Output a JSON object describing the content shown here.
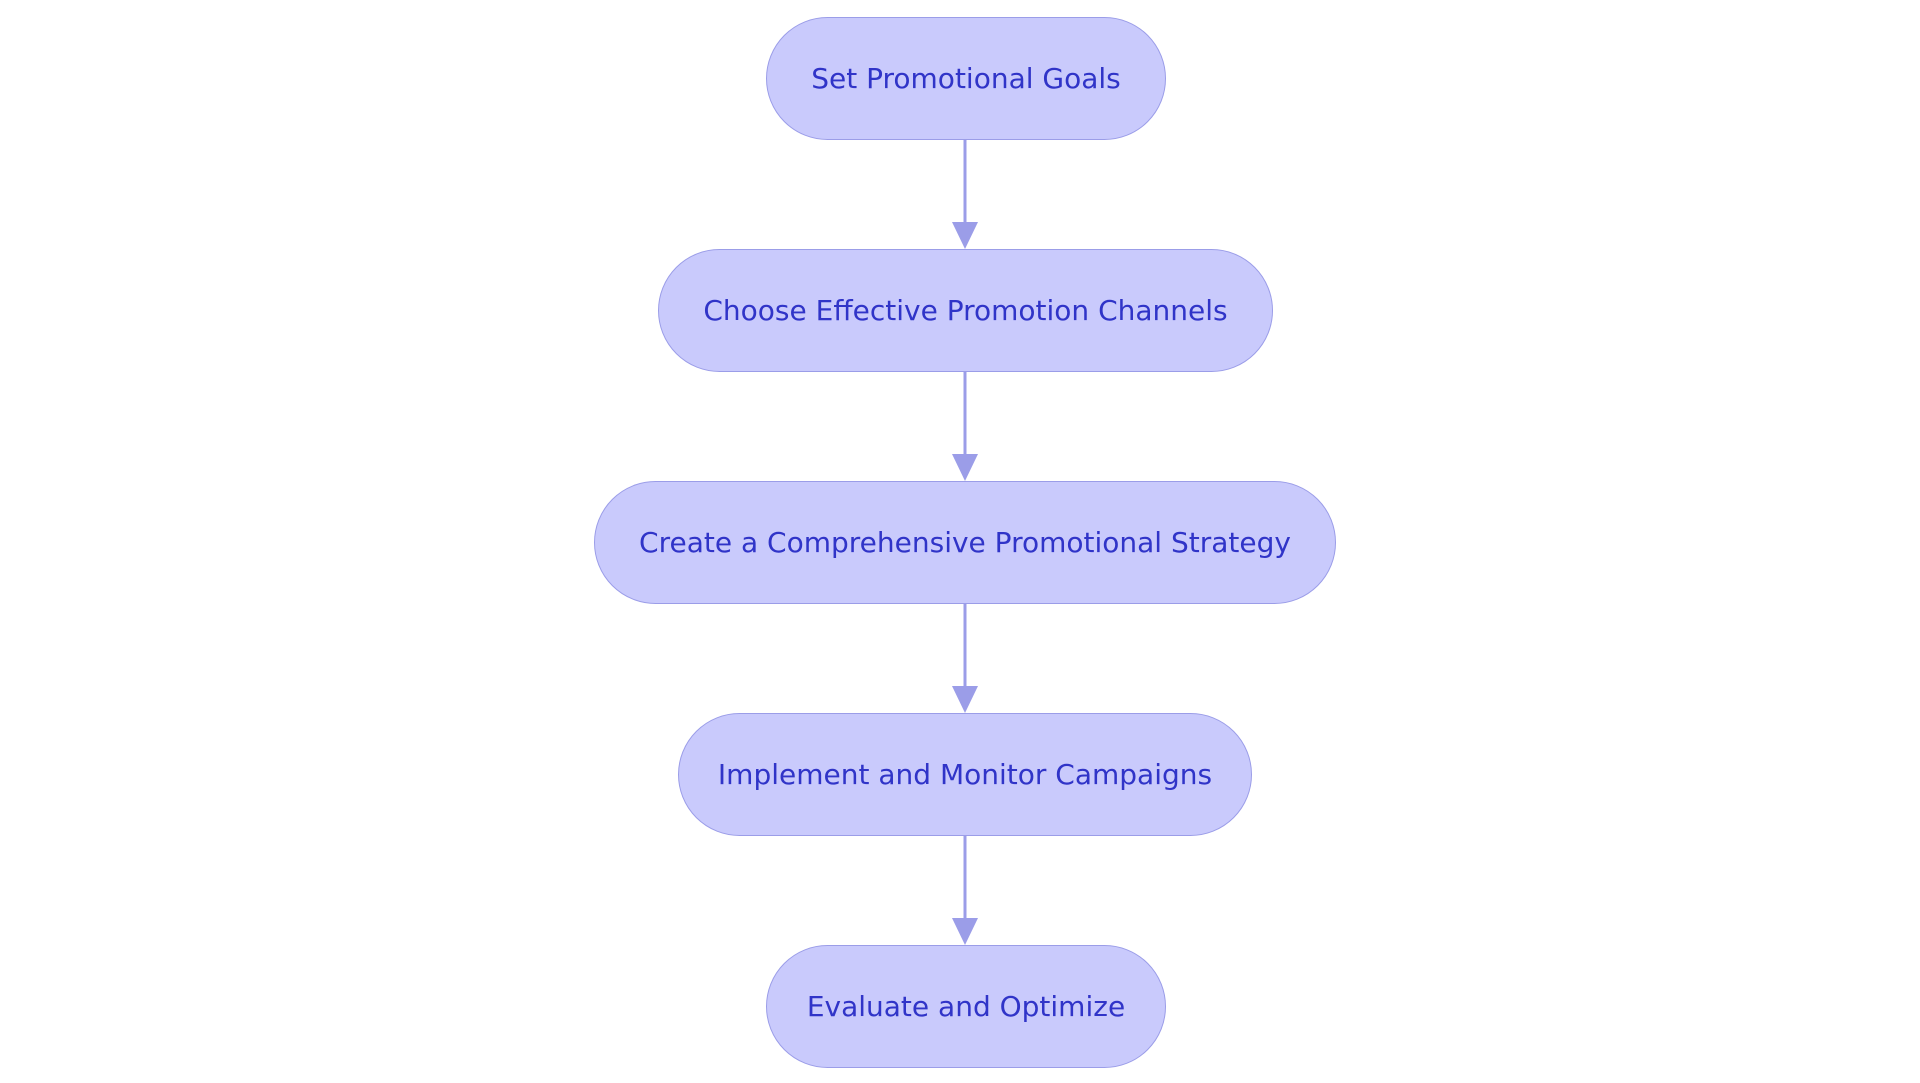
{
  "diagram": {
    "type": "flowchart",
    "direction": "top-to-bottom",
    "colors": {
      "node_fill": "#c9cafc",
      "node_border": "#9b9de8",
      "text": "#3034c8",
      "arrow": "#9b9de8"
    },
    "nodes": [
      {
        "id": "n1",
        "label": "Set Promotional Goals"
      },
      {
        "id": "n2",
        "label": "Choose Effective Promotion Channels"
      },
      {
        "id": "n3",
        "label": "Create a Comprehensive Promotional Strategy"
      },
      {
        "id": "n4",
        "label": "Implement and Monitor Campaigns"
      },
      {
        "id": "n5",
        "label": "Evaluate and Optimize"
      }
    ],
    "edges": [
      {
        "from": "n1",
        "to": "n2"
      },
      {
        "from": "n2",
        "to": "n3"
      },
      {
        "from": "n3",
        "to": "n4"
      },
      {
        "from": "n4",
        "to": "n5"
      }
    ]
  }
}
